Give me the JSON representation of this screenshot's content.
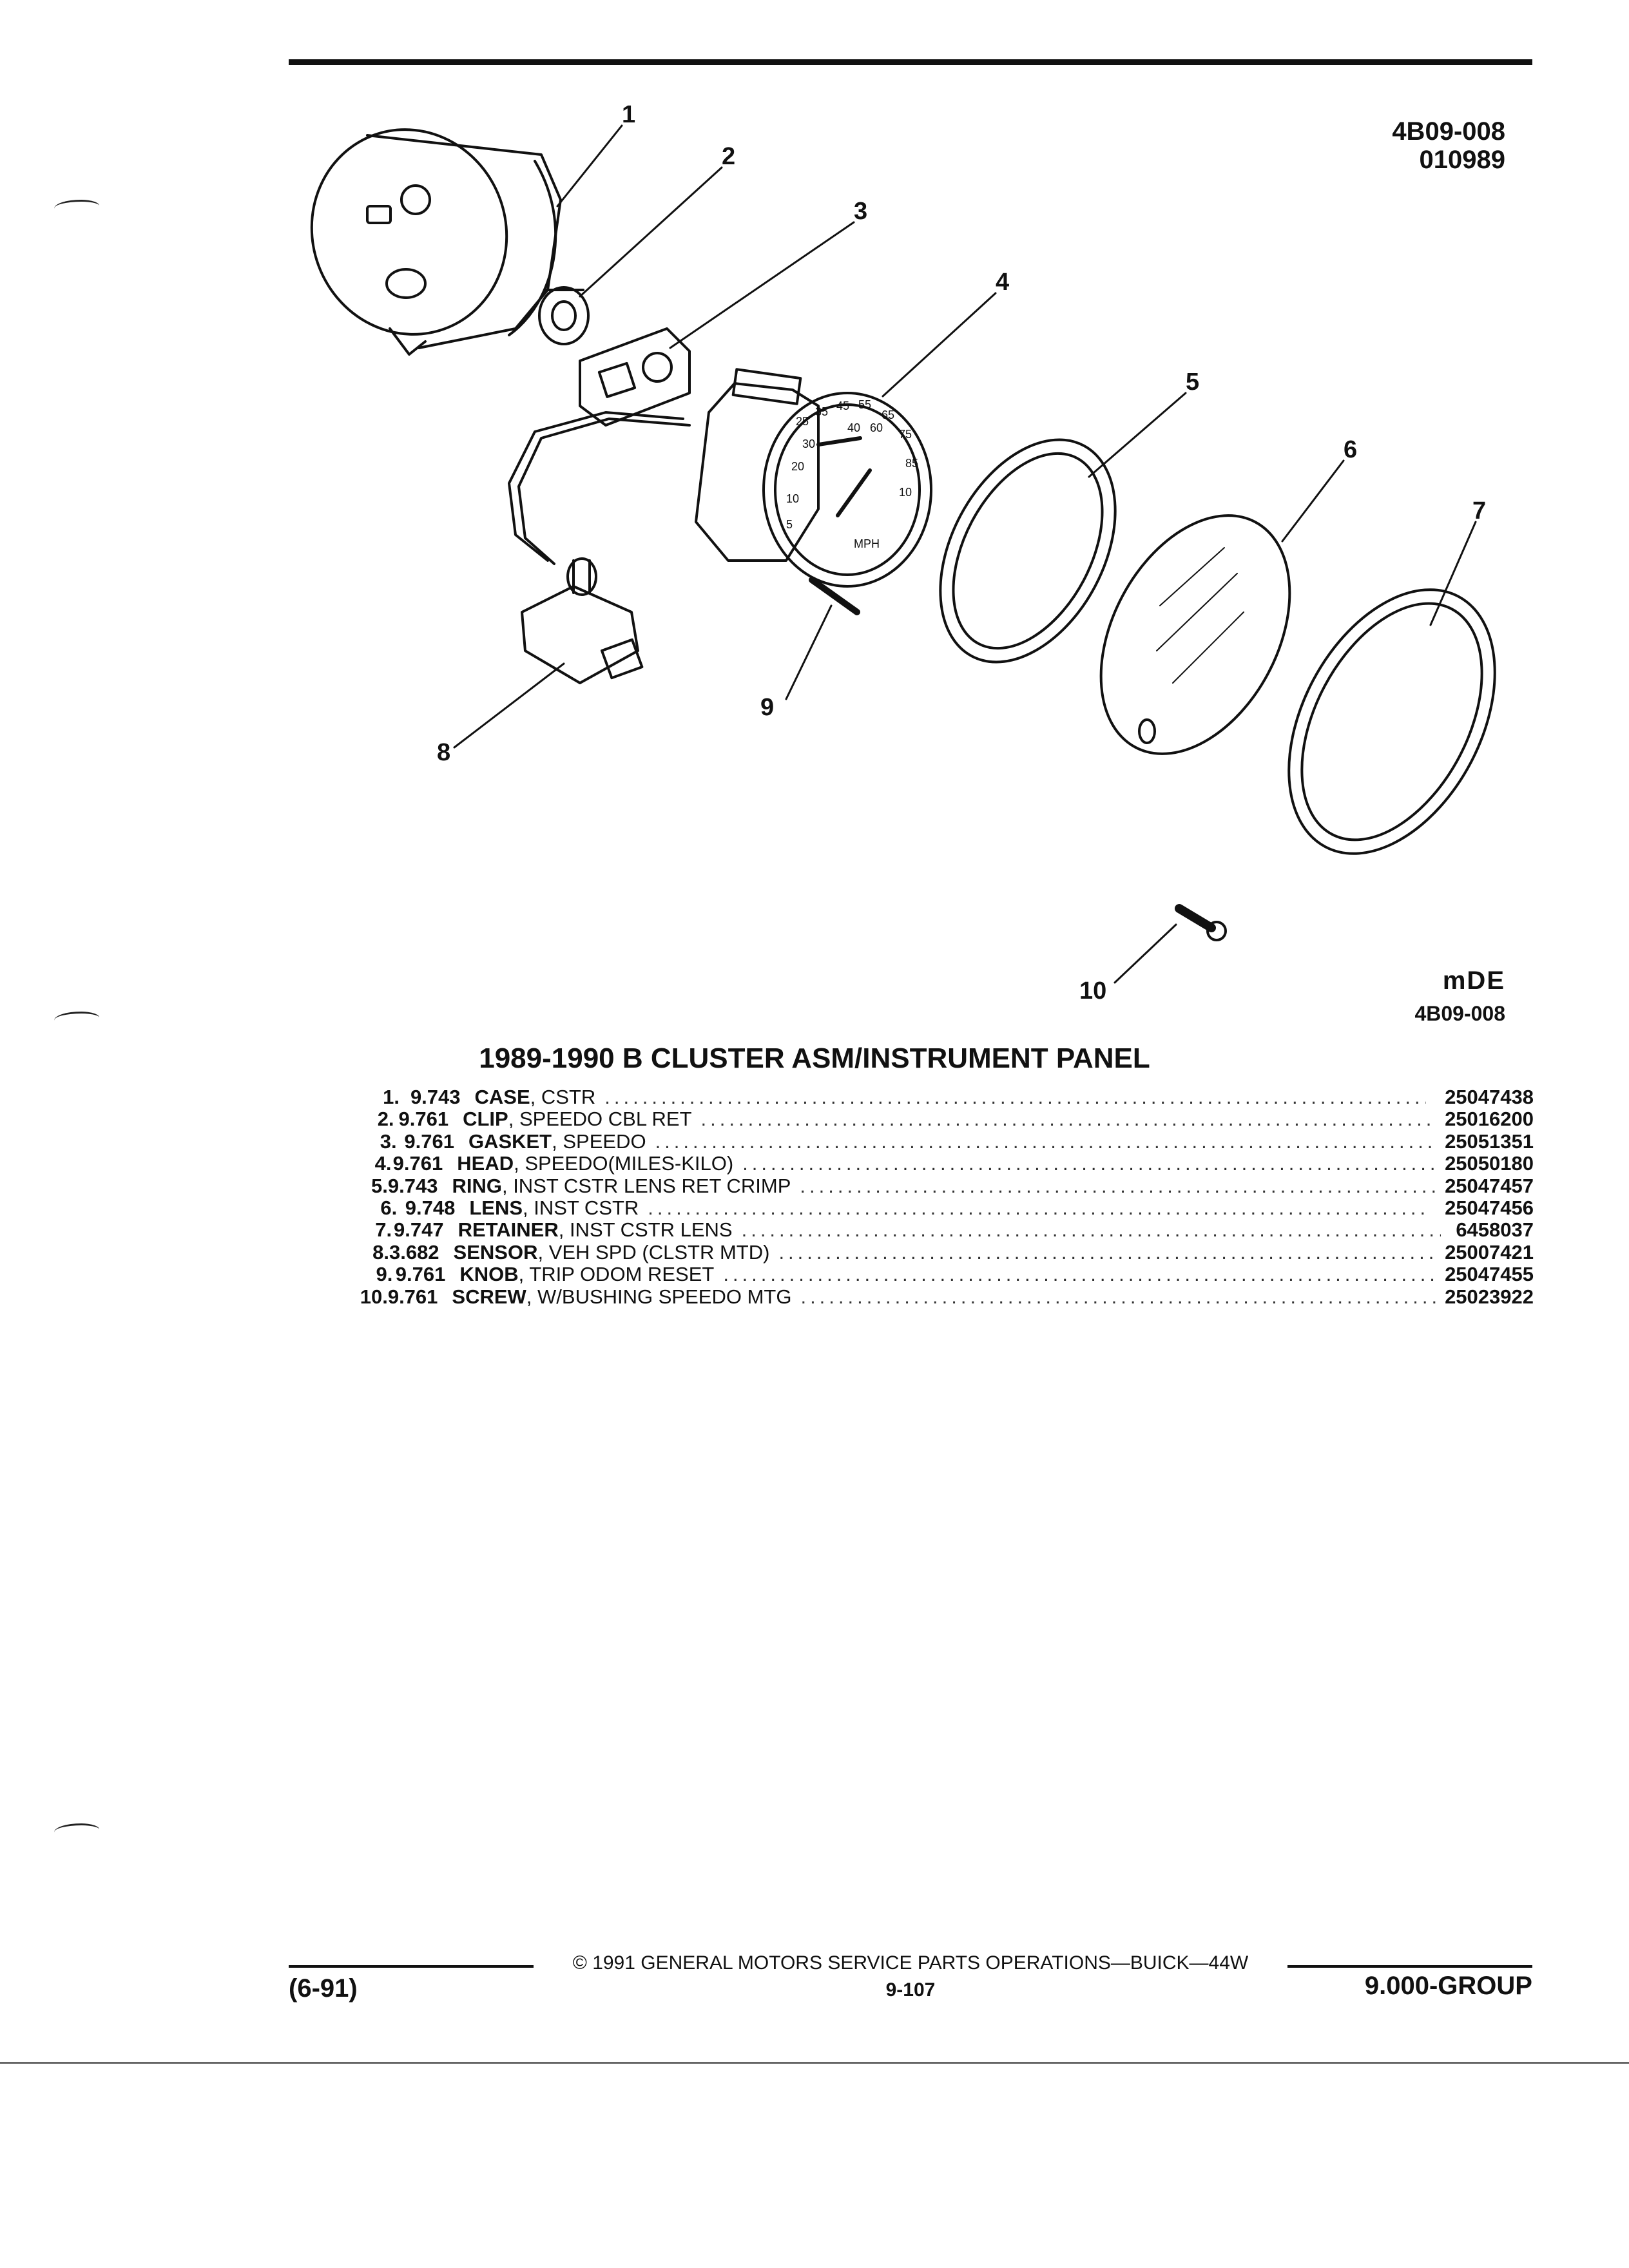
{
  "header": {
    "ref_code": "4B09-008",
    "ref_date": "010989"
  },
  "diagram": {
    "callouts": [
      "1",
      "2",
      "3",
      "4",
      "5",
      "6",
      "7",
      "8",
      "9",
      "10"
    ],
    "gauge_numbers": [
      "25",
      "35",
      "45",
      "55",
      "65",
      "75",
      "85",
      "10",
      "20",
      "30",
      "40",
      "60",
      "5",
      "10"
    ],
    "gauge_unit": "MPH",
    "logo": "mDE",
    "logo_code": "4B09-008"
  },
  "title": "1989-1990 B CLUSTER ASM/INSTRUMENT PANEL",
  "parts": [
    {
      "num": "1.",
      "group": "9.743",
      "name": "CASE",
      "desc": ", CSTR",
      "part_no": "25047438"
    },
    {
      "num": "2.",
      "group": "9.761",
      "name": "CLIP",
      "desc": ", SPEEDO CBL RET",
      "part_no": "25016200"
    },
    {
      "num": "3.",
      "group": "9.761",
      "name": "GASKET",
      "desc": ", SPEEDO",
      "part_no": "25051351"
    },
    {
      "num": "4.",
      "group": "9.761",
      "name": "HEAD",
      "desc": ", SPEEDO(MILES-KILO)",
      "part_no": "25050180"
    },
    {
      "num": "5.",
      "group": "9.743",
      "name": "RING",
      "desc": ", INST CSTR LENS RET CRIMP",
      "part_no": "25047457"
    },
    {
      "num": "6.",
      "group": "9.748",
      "name": "LENS",
      "desc": ", INST CSTR",
      "part_no": "25047456"
    },
    {
      "num": "7.",
      "group": "9.747",
      "name": "RETAINER",
      "desc": ", INST CSTR LENS",
      "part_no": "6458037"
    },
    {
      "num": "8.",
      "group": "3.682",
      "name": "SENSOR",
      "desc": ", VEH SPD (CLSTR MTD)",
      "part_no": "25007421"
    },
    {
      "num": "9.",
      "group": "9.761",
      "name": "KNOB",
      "desc": ", TRIP ODOM RESET",
      "part_no": "25047455"
    },
    {
      "num": "10.",
      "group": "9.761",
      "name": "SCREW",
      "desc": ", W/BUSHING SPEEDO MTG",
      "part_no": "25023922"
    }
  ],
  "footer": {
    "copyright": "© 1991 GENERAL MOTORS SERVICE PARTS OPERATIONS—BUICK—44W",
    "page": "9-107",
    "date_code": "(6-91)",
    "group": "9.000-GROUP"
  }
}
